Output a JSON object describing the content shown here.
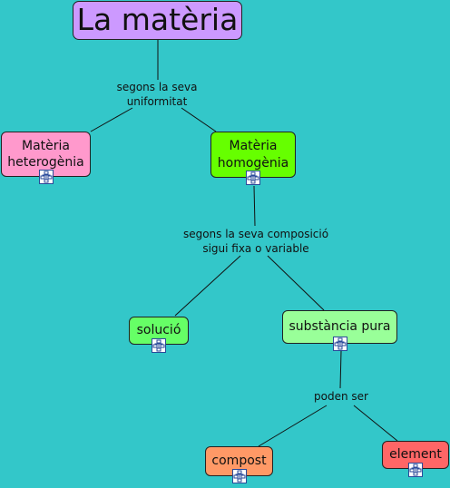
{
  "nodes": {
    "materia": {
      "label": "La matèria",
      "color": "#cc99ff"
    },
    "heterogenia": {
      "label": "Matèria\nheterogènia",
      "color": "#ff99cc"
    },
    "homogenia": {
      "label": "Matèria\nhomogènia",
      "color": "#66ff00"
    },
    "solucio": {
      "label": "solució",
      "color": "#66ff66"
    },
    "substancia": {
      "label": "substància pura",
      "color": "#99ff99"
    },
    "compost": {
      "label": "compost",
      "color": "#ff9966"
    },
    "element": {
      "label": "element",
      "color": "#ff6666"
    }
  },
  "phrases": {
    "uniformitat": "segons la seva\nuniformitat",
    "composicio": "segons la seva composició\nsigui fixa o variable",
    "poden": "poden ser"
  },
  "icons": {
    "linked_map_icon": "concept-map-icon",
    "link_color": "#2a4a9a"
  }
}
